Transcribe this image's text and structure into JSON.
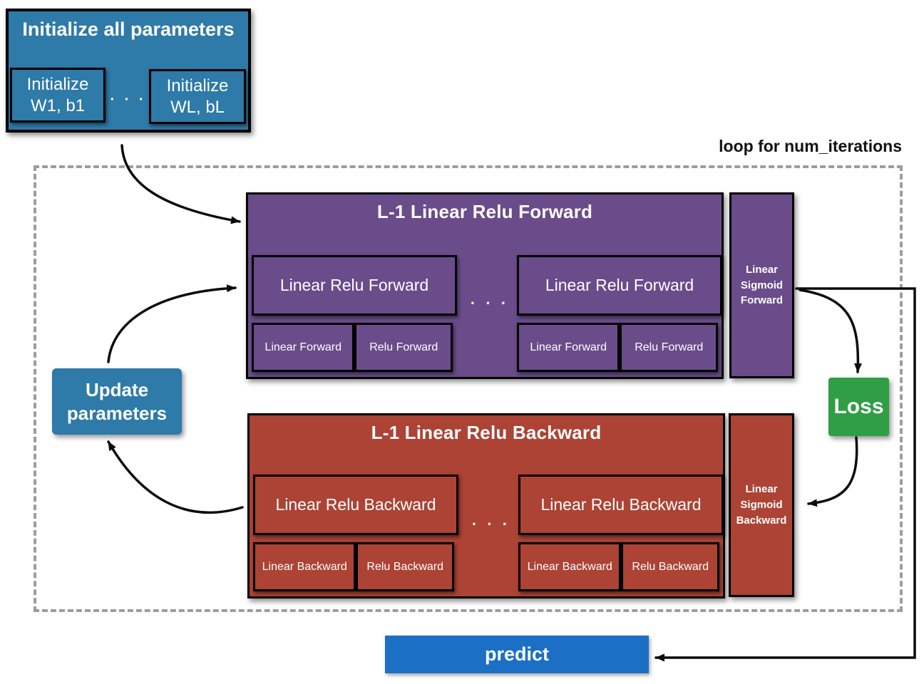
{
  "colors": {
    "steel_blue": "#2e7aa9",
    "purple": "#6a4c8a",
    "red": "#ac4335",
    "green": "#2f9e45",
    "predict_blue": "#1b6fc4",
    "border_black": "#000000",
    "dashed_gray": "#9d9d9d",
    "arrow_black": "#0b0b0b",
    "text_white": "#ffffff"
  },
  "diagram": {
    "loop_label": "loop for num_iterations",
    "init": {
      "title": "Initialize all parameters",
      "item1_line1": "Initialize",
      "item1_line2": "W1, b1",
      "dots": "· · ·",
      "item2_line1": "Initialize",
      "item2_line2": "WL, bL"
    },
    "forward": {
      "title": "L-1 Linear Relu Forward",
      "dots": "· · ·",
      "unit1": {
        "title": "Linear Relu Forward",
        "sub1": "Linear Forward",
        "sub2": "Relu Forward"
      },
      "unit2": {
        "title": "Linear Relu Forward",
        "sub1": "Linear Forward",
        "sub2": "Relu Forward"
      }
    },
    "sigmoid_forward": {
      "line1": "Linear",
      "line2": "Sigmoid",
      "line3": "Forward"
    },
    "backward": {
      "title": "L-1 Linear Relu Backward",
      "dots": "· · ·",
      "unit1": {
        "title": "Linear Relu Backward",
        "sub1": "Linear Backward",
        "sub2": "Relu Backward"
      },
      "unit2": {
        "title": "Linear Relu Backward",
        "sub1": "Linear Backward",
        "sub2": "Relu Backward"
      }
    },
    "sigmoid_backward": {
      "line1": "Linear",
      "line2": "Sigmoid",
      "line3": "Backward"
    },
    "loss": {
      "label": "Loss"
    },
    "update": {
      "line1": "Update",
      "line2": "parameters"
    },
    "predict": {
      "label": "predict"
    }
  }
}
